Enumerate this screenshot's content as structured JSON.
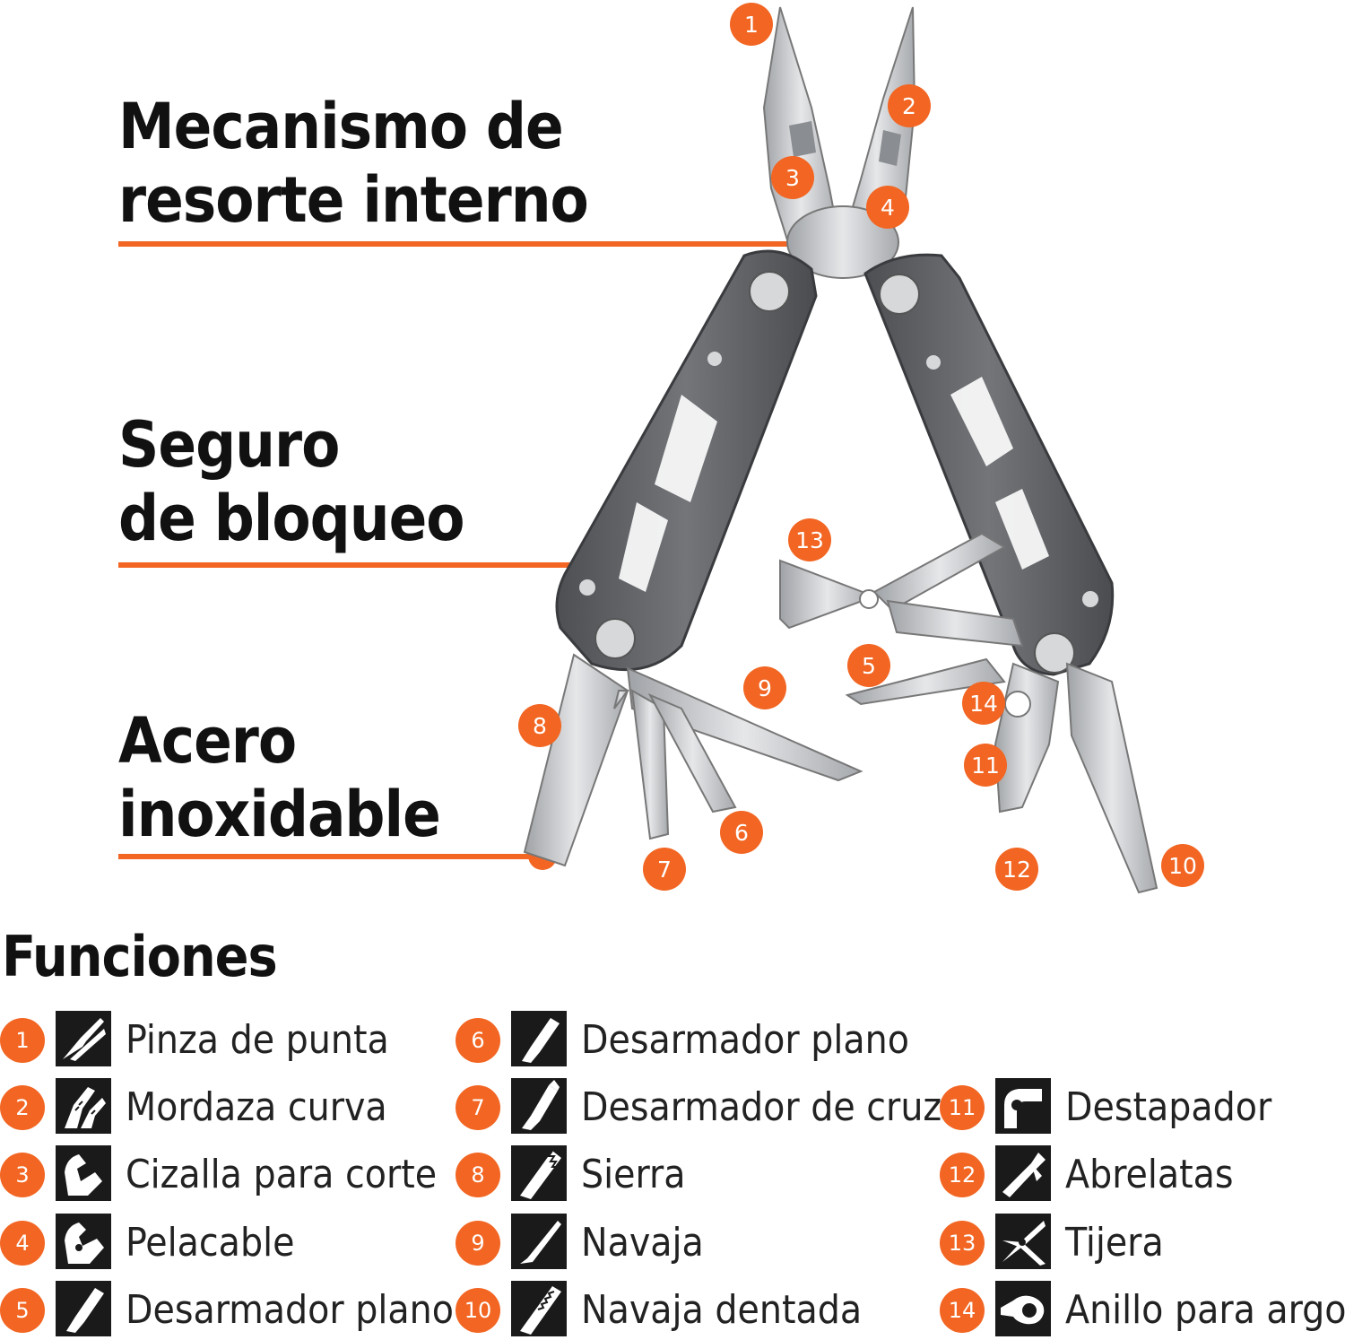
{
  "callouts": [
    {
      "lines": [
        "Mecanismo de",
        "resorte interno"
      ]
    },
    {
      "lines": [
        "Seguro",
        "de bloqueo"
      ]
    },
    {
      "lines": [
        "Acero",
        "inoxidable"
      ]
    }
  ],
  "diagram_badges": [
    "1",
    "2",
    "3",
    "4",
    "5",
    "6",
    "7",
    "8",
    "9",
    "10",
    "11",
    "12",
    "13",
    "14"
  ],
  "funciones": {
    "title": "Funciones",
    "items": [
      {
        "num": "1",
        "label": "Pinza de punta",
        "icon": "needle-nose-pliers-icon"
      },
      {
        "num": "2",
        "label": "Mordaza curva",
        "icon": "curved-jaw-icon"
      },
      {
        "num": "3",
        "label": "Cizalla para corte",
        "icon": "wire-cutter-icon"
      },
      {
        "num": "4",
        "label": "Pelacable",
        "icon": "wire-stripper-icon"
      },
      {
        "num": "5",
        "label": "Desarmador plano",
        "icon": "flat-screwdriver-icon"
      },
      {
        "num": "6",
        "label": "Desarmador plano",
        "icon": "flat-screwdriver-icon"
      },
      {
        "num": "7",
        "label": "Desarmador de cruz",
        "icon": "phillips-screwdriver-icon"
      },
      {
        "num": "8",
        "label": "Sierra",
        "icon": "saw-icon"
      },
      {
        "num": "9",
        "label": "Navaja",
        "icon": "knife-blade-icon"
      },
      {
        "num": "10",
        "label": "Navaja dentada",
        "icon": "serrated-blade-icon"
      },
      {
        "num": "11",
        "label": "Destapador",
        "icon": "bottle-opener-icon"
      },
      {
        "num": "12",
        "label": "Abrelatas",
        "icon": "can-opener-icon"
      },
      {
        "num": "13",
        "label": "Tijera",
        "icon": "scissors-icon"
      },
      {
        "num": "14",
        "label": "Anillo para argolla",
        "icon": "lanyard-ring-icon"
      }
    ]
  },
  "colors": {
    "accent": "#f26522",
    "text": "#111111",
    "handle": "#5f6166",
    "steel": "#c9cbce"
  }
}
